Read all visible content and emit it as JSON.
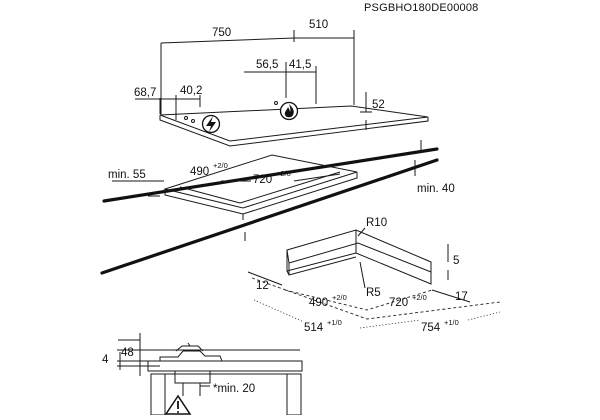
{
  "doc_code": "PSGBHO180DE00008",
  "hob_dims": {
    "width": "750",
    "depth": "510",
    "d_68_7": "68,7",
    "d_40_2": "40,2",
    "d_56_5": "56,5",
    "d_41_5": "41,5",
    "height": "52"
  },
  "cutout_dims": {
    "min_front": "min. 55",
    "depth": "490",
    "depth_tol": "+2/0",
    "width": "720",
    "width_tol": "+2/0",
    "min_side": "min. 40"
  },
  "seal_dims": {
    "r10": "R10",
    "r5": "R5",
    "five": "5",
    "twelve": "12",
    "seventeen": "17",
    "inner_depth": "490",
    "inner_depth_tol": "+2/0",
    "inner_width": "720",
    "inner_width_tol": "+2/0",
    "outer_depth": "514",
    "outer_depth_tol": "+1/0",
    "outer_width": "754",
    "outer_width_tol": "+1/0"
  },
  "section_dims": {
    "four": "4",
    "forty_eight": "48",
    "min_20": "*min. 20"
  },
  "icons": [
    "electric-lightning-icon",
    "gas-flame-icon",
    "warning-triangle-icon"
  ]
}
